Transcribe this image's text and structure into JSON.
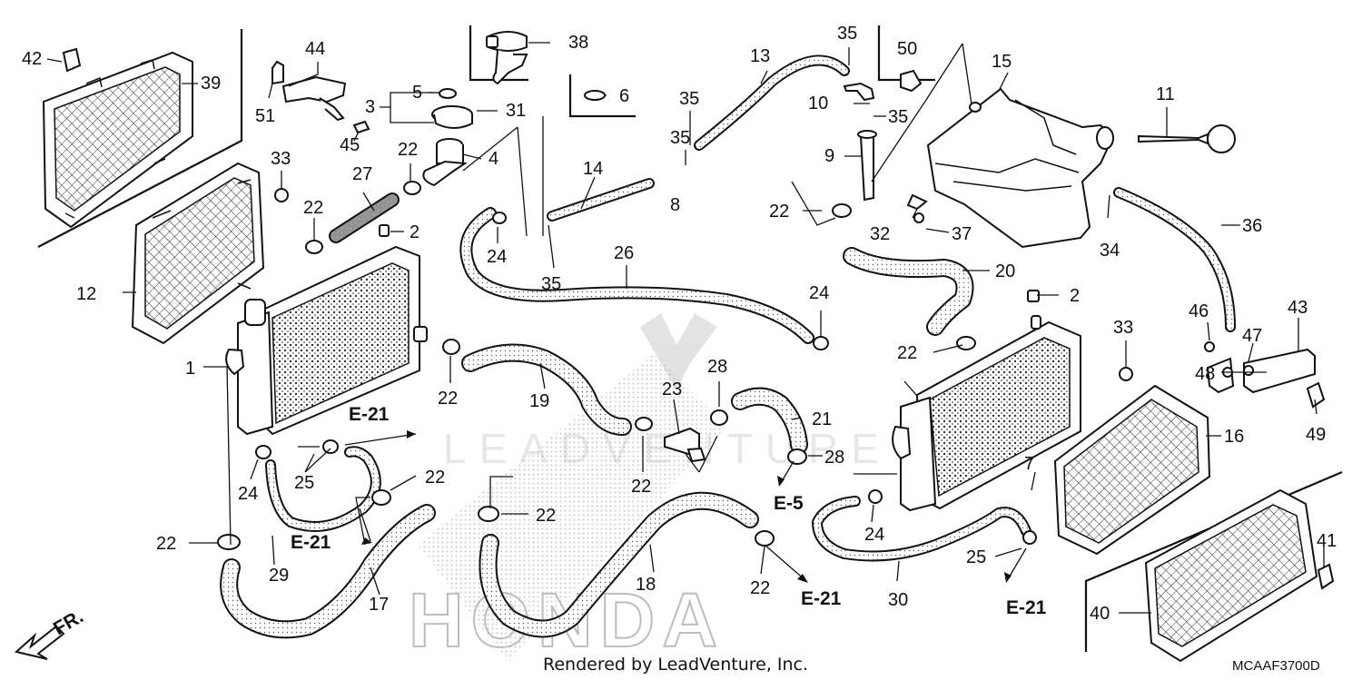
{
  "diagram_code": "MCAAF3700D",
  "footer_text": "Rendered by LeadVenture, Inc.",
  "direction_label": "FR.",
  "watermark_brand": "HONDA",
  "watermark_text": "LEADVENTURE",
  "callouts": [
    "1",
    "2",
    "2",
    "3",
    "4",
    "5",
    "6",
    "7",
    "8",
    "9",
    "10",
    "11",
    "12",
    "13",
    "14",
    "15",
    "16",
    "17",
    "18",
    "19",
    "20",
    "21",
    "22",
    "22",
    "22",
    "22",
    "22",
    "22",
    "22",
    "22",
    "22",
    "23",
    "24",
    "24",
    "24",
    "24",
    "25",
    "25",
    "26",
    "27",
    "28",
    "28",
    "29",
    "30",
    "31",
    "32",
    "33",
    "33",
    "34",
    "35",
    "35",
    "35",
    "35",
    "35",
    "36",
    "37",
    "38",
    "39",
    "40",
    "41",
    "42",
    "43",
    "44",
    "45",
    "46",
    "47",
    "48",
    "49",
    "50",
    "51"
  ],
  "references": [
    "E-21",
    "E-21",
    "E-21",
    "E-21",
    "E-5"
  ]
}
